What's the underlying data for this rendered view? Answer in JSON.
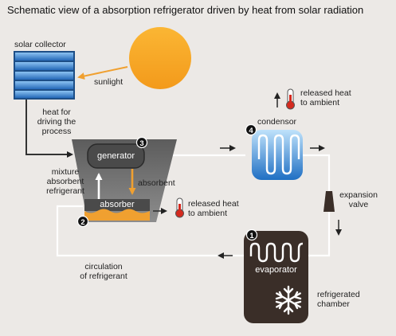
{
  "title": "Schematic view of a absorption refrigerator driven by heat from solar radiation",
  "labels": {
    "solar_collector": "solar collector",
    "sunlight": "sunlight",
    "heat_for_process": "heat for\ndriving the\nprocess",
    "generator": "generator",
    "mixture": "mixture\nabsorbent\nrefrigerant",
    "absorbent": "absorbent",
    "absorber": "absorber",
    "released_heat_absorber": "released heat\nto ambient",
    "released_heat_condensor": "released heat\nto ambient",
    "condensor": "condensor",
    "expansion_valve": "expansion\nvalve",
    "evaporator": "evaporator",
    "refrigerated_chamber": "refrigerated\nchamber",
    "circulation": "circulation\nof refrigerant"
  },
  "steps": [
    "1",
    "2",
    "3",
    "4"
  ],
  "icons": {
    "sun": "sun-icon",
    "thermometer": "thermometer-icon",
    "snowflake": "snowflake-icon"
  },
  "colors": {
    "background": "#ece9e6",
    "sun": "#f6a823",
    "collector": "#2f79c8",
    "hopper": "#707070",
    "component": "#4a4a4a",
    "condensor": "#3b8fdb",
    "chamber": "#3a2e28",
    "arrow_orange": "#f0a030",
    "thermometer": "#d42a1f"
  }
}
